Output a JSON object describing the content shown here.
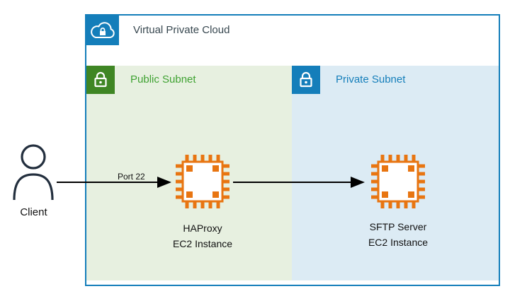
{
  "colors": {
    "blue": "#147EBA",
    "blue-bg": "#DCEBF4",
    "green": "#3F8624",
    "green-text": "#3FA232",
    "green-bg": "#E7F0E0",
    "orange": "#E87511",
    "ink": "#232F3E",
    "text-dark": "#37474F"
  },
  "vpc": {
    "label": "Virtual Private Cloud"
  },
  "subnets": {
    "public": {
      "label": "Public Subnet"
    },
    "private": {
      "label": "Private Subnet"
    }
  },
  "client": {
    "label": "Client"
  },
  "nodes": {
    "haproxy": {
      "name": "HAProxy",
      "type": "EC2 Instance"
    },
    "sftp": {
      "name": "SFTP Server",
      "type": "EC2 Instance"
    }
  },
  "connections": {
    "client_to_haproxy": {
      "label": "Port 22"
    }
  }
}
